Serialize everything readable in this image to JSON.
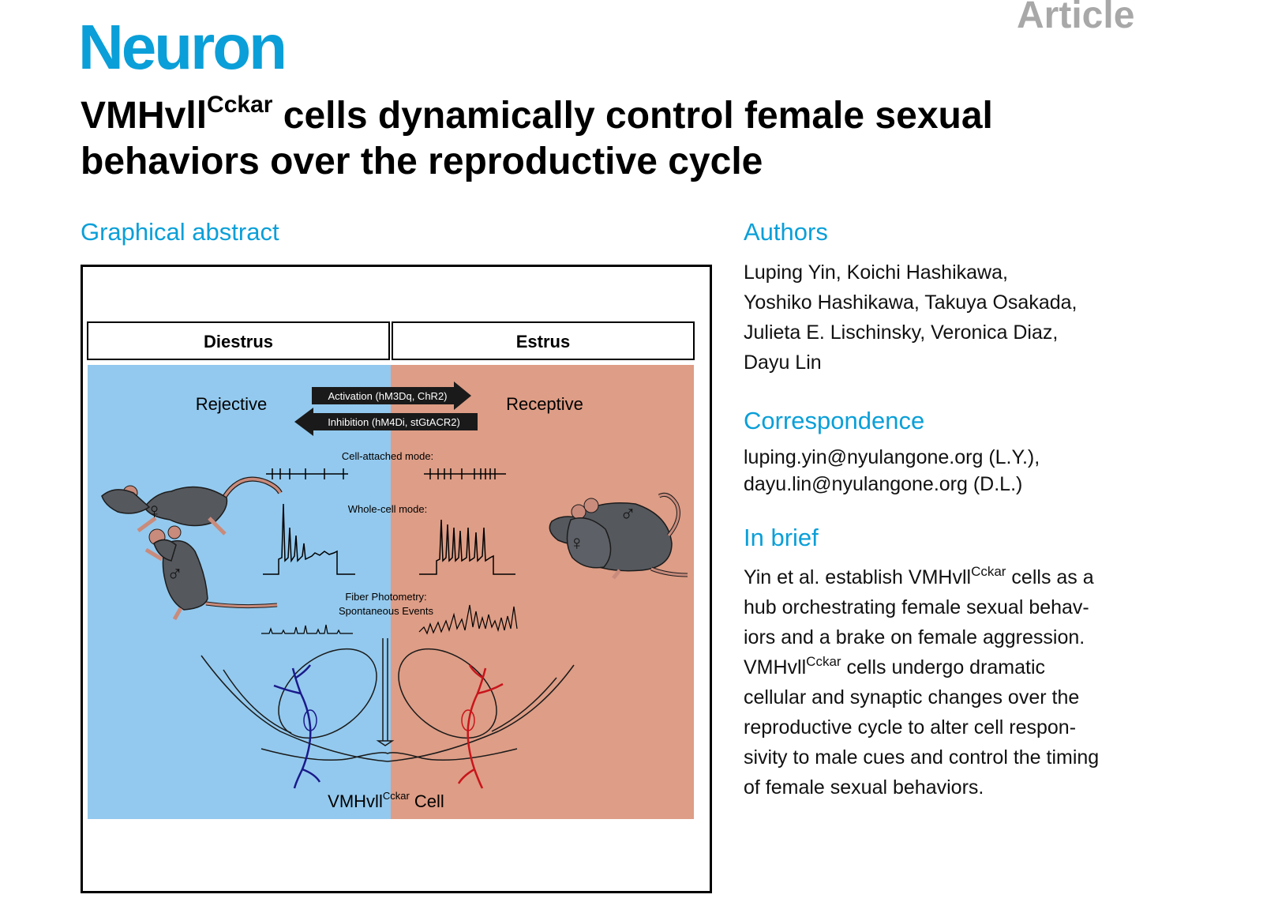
{
  "header": {
    "article_type": "Article",
    "journal": "Neuron",
    "title_part1": "VMHvll",
    "title_sup": "Cckar",
    "title_part2": " cells dynamically control female sexual behaviors over the reproductive cycle"
  },
  "graphical_abstract": {
    "heading": "Graphical abstract",
    "phase_left": "Diestrus",
    "phase_right": "Estrus",
    "state_left": "Rejective",
    "state_right": "Receptive",
    "arrow_activation": "Activation (hM3Dq, ChR2)",
    "arrow_inhibition": "Inhibition (hM4Di, stGtACR2)",
    "cell_attached": "Cell-attached mode:",
    "whole_cell": "Whole-cell mode:",
    "fiber_line1": "Fiber Photometry:",
    "fiber_line2": "Spontaneous Events",
    "cell_label_main": "VMHvll",
    "cell_label_sup": "Cckar",
    "cell_label_end": " Cell",
    "female_symbol": "♀",
    "male_symbol": "♂",
    "colors": {
      "diestrus_bg": "#93c9ee",
      "estrus_bg": "#de9d86",
      "mouse_fill": "#55585d",
      "mouse_ear": "#c98b7c",
      "neuron_blue": "#1a1a8a",
      "neuron_red": "#c8151b",
      "accent": "#0a9fd8"
    }
  },
  "authors": {
    "heading": "Authors",
    "line1": "Luping Yin, Koichi Hashikawa,",
    "line2": "Yoshiko Hashikawa, Takuya Osakada,",
    "line3": "Julieta E. Lischinsky, Veronica Diaz,",
    "line4": "Dayu Lin"
  },
  "correspondence": {
    "heading": "Correspondence",
    "line1": "luping.yin@nyulangone.org (L.Y.),",
    "line2": "dayu.lin@nyulangone.org (D.L.)"
  },
  "in_brief": {
    "heading": "In brief",
    "l1a": "Yin et al. establish VMHvll",
    "l1sup": "Cckar",
    "l1b": " cells as a",
    "l2": "hub orchestrating female sexual behav-",
    "l3": "iors and a brake on female aggression.",
    "l4a": "VMHvll",
    "l4sup": "Cckar",
    "l4b": " cells undergo dramatic",
    "l5": "cellular and synaptic changes over the",
    "l6": "reproductive cycle to alter cell respon-",
    "l7": "sivity to male cues and control the timing",
    "l8": "of female sexual behaviors."
  }
}
